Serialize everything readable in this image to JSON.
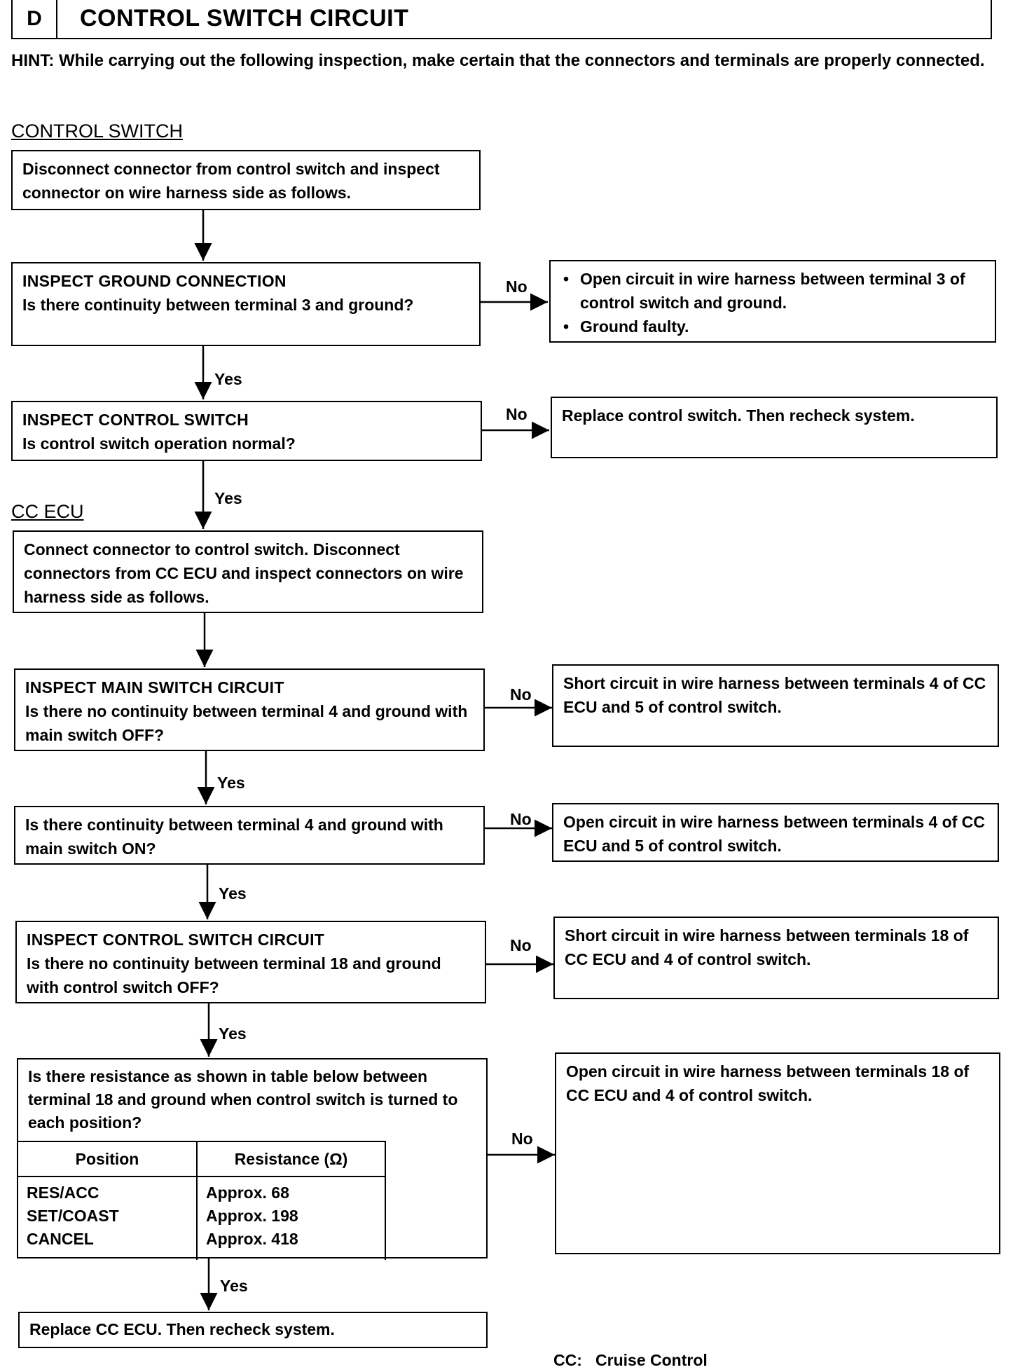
{
  "header": {
    "letter": "D",
    "title": "CONTROL SWITCH CIRCUIT"
  },
  "hint": "HINT:  While carrying out the following inspection, make certain that the connectors and terminals are properly connected.",
  "sections": {
    "control_switch": "CONTROL SWITCH",
    "cc_ecu": "CC ECU"
  },
  "steps": {
    "s1": "Disconnect connector from control switch and inspect connector on wire harness side as follows.",
    "s2_head": "INSPECT GROUND CONNECTION",
    "s2_q": "Is there continuity between terminal 3 and ground?",
    "s3_head": "INSPECT CONTROL SWITCH",
    "s3_q": "Is control switch operation normal?",
    "s4": "Connect connector to control switch. Disconnect connectors from CC ECU and inspect connectors on wire harness side as follows.",
    "s5_head": "INSPECT MAIN SWITCH CIRCUIT",
    "s5_q": "Is there no continuity between terminal 4 and ground with main switch OFF?",
    "s6_q": "Is there continuity between terminal 4 and ground with main switch ON?",
    "s7_head": "INSPECT CONTROL SWITCH CIRCUIT",
    "s7_q": "Is there no continuity between terminal 18 and ground with control switch OFF?",
    "s8_q": "Is there resistance as shown in table below between terminal 18 and ground when control switch is turned to each position?",
    "s9": "Replace CC ECU. Then recheck system."
  },
  "results": {
    "r2_1": "Open circuit in wire harness between terminal 3 of control switch and ground.",
    "r2_2": "Ground faulty.",
    "r3": "Replace control switch. Then recheck system.",
    "r5": "Short circuit in wire harness between terminals 4 of CC ECU and 5 of control switch.",
    "r6": "Open circuit in wire harness between terminals 4 of CC ECU and 5 of control switch.",
    "r7": "Short circuit in wire harness between terminals 18 of CC ECU and 4 of control switch.",
    "r8": "Open circuit in wire harness between terminals 18 of CC ECU and 4 of control switch."
  },
  "labels": {
    "yes": "Yes",
    "no": "No"
  },
  "table": {
    "headers": [
      "Position",
      "Resistance (Ω)"
    ],
    "positions": [
      "RES/ACC",
      "SET/COAST",
      "CANCEL"
    ],
    "resistances": [
      "Approx. 68",
      "Approx. 198",
      "Approx. 418"
    ]
  },
  "footnote": "CC:   Cruise Control"
}
